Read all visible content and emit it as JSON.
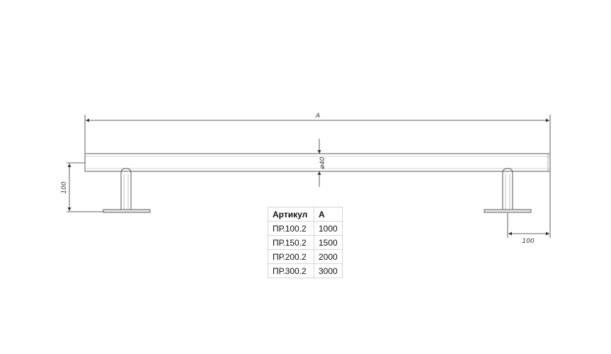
{
  "dimensions": {
    "length_label": "A",
    "diameter_label": "ø40",
    "height_label": "100",
    "offset_label": "100"
  },
  "table": {
    "headers": [
      "Артикул",
      "A"
    ],
    "rows": [
      [
        "ПР.100.2",
        "1000"
      ],
      [
        "ПР.150.2",
        "1500"
      ],
      [
        "ПР.200.2",
        "2000"
      ],
      [
        "ПР.300.2",
        "3000"
      ]
    ]
  }
}
